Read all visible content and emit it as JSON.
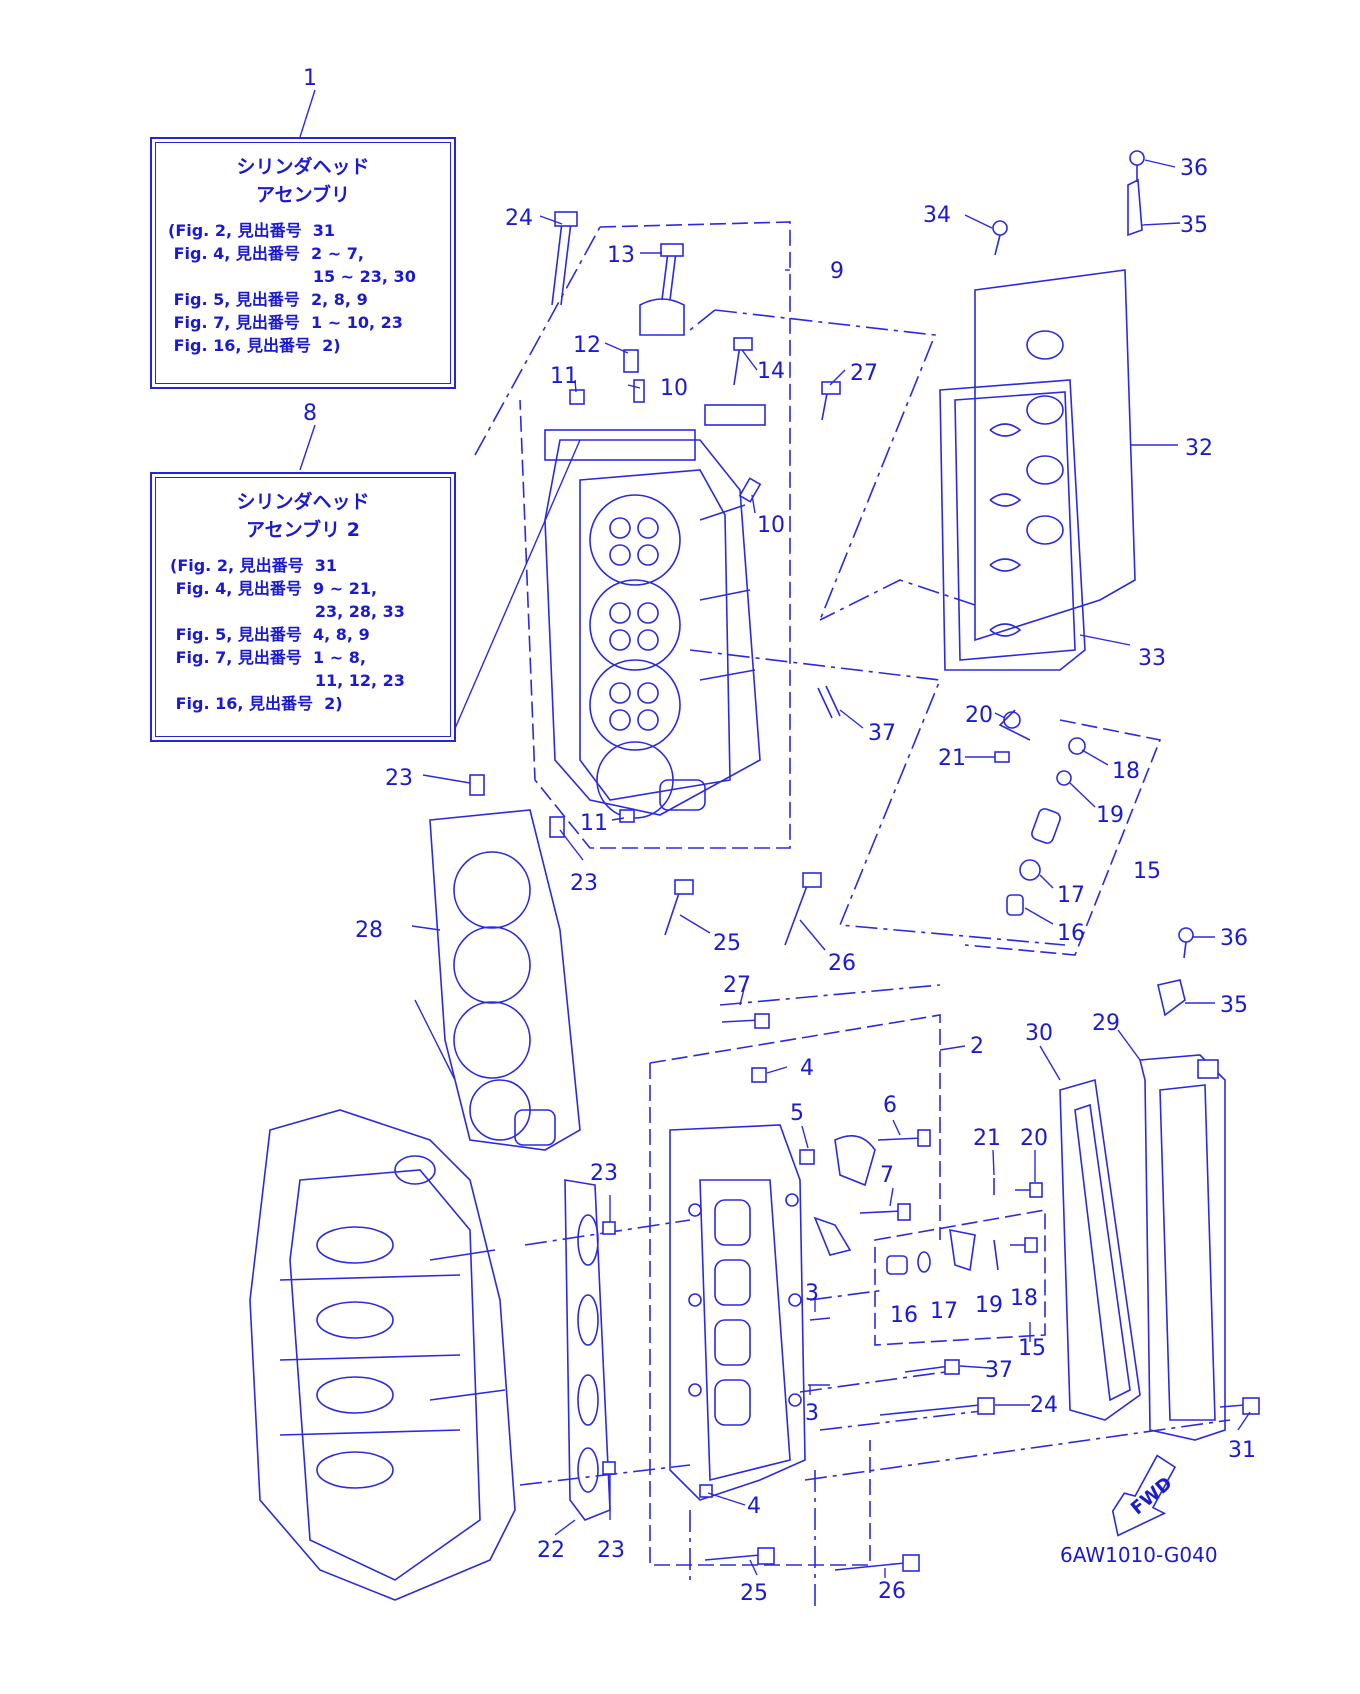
{
  "boxes": [
    {
      "title1": "シリンダヘッド",
      "title2": "アセンブリ",
      "refs": [
        "(Fig. 2, 見出番号  31",
        " Fig. 4, 見出番号  2 ~ 7,",
        "                          15 ~ 23, 30",
        " Fig. 5, 見出番号  2, 8, 9",
        " Fig. 7, 見出番号  1 ~ 10, 23",
        " Fig. 16, 見出番号  2)"
      ]
    },
    {
      "title1": "シリンダヘッド",
      "title2": "アセンブリ 2",
      "refs": [
        "(Fig. 2, 見出番号  31",
        " Fig. 4, 見出番号  9 ~ 21,",
        "                          23, 28, 33",
        " Fig. 5, 見出番号  4, 8, 9",
        " Fig. 7, 見出番号  1 ~ 8,",
        "                          11, 12, 23",
        " Fig. 16, 見出番号  2)"
      ]
    }
  ],
  "callouts": {
    "c1": "1",
    "c8": "8",
    "c24a": "24",
    "c13": "13",
    "c9": "9",
    "c12": "12",
    "c14": "14",
    "c27a": "27",
    "c11a": "11",
    "c10a": "10",
    "c10b": "10",
    "c36a": "36",
    "c35a": "35",
    "c34": "34",
    "c32": "32",
    "c33": "33",
    "c37a": "37",
    "c20a": "20",
    "c21a": "21",
    "c18a": "18",
    "c19a": "19",
    "c17a": "17",
    "c15a": "15",
    "c16a": "16",
    "c23a": "23",
    "c23b": "23",
    "c11b": "11",
    "c28": "28",
    "c25a": "25",
    "c26a": "26",
    "c27b": "27",
    "c36b": "36",
    "c35b": "35",
    "c30": "30",
    "c29": "29",
    "c4a": "4",
    "c2": "2",
    "c5": "5",
    "c6": "6",
    "c21b": "21",
    "c20b": "20",
    "c7": "7",
    "c23c": "23",
    "c3a": "3",
    "c16b": "16",
    "c17b": "17",
    "c19b": "19",
    "c18b": "18",
    "c15b": "15",
    "c37b": "37",
    "c3b": "3",
    "c24b": "24",
    "c31": "31",
    "c4b": "4",
    "c22": "22",
    "c23d": "23",
    "c25b": "25",
    "c26b": "26"
  },
  "fwd_label": "FWD",
  "diagram_code": "6AW1010-G040",
  "colors": {
    "line": "#2a2ae0",
    "text": "#1a1ad0",
    "background": "#ffffff"
  }
}
